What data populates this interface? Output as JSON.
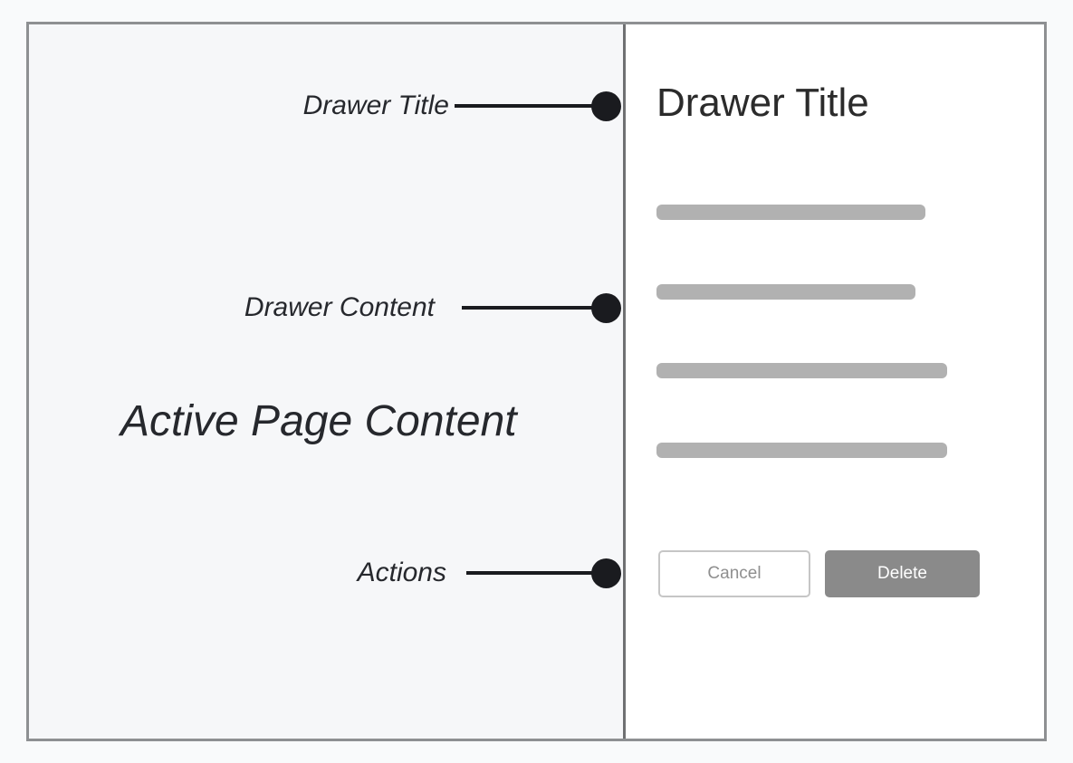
{
  "diagram": {
    "callouts": [
      {
        "id": "drawer-title",
        "label": "Drawer Title"
      },
      {
        "id": "drawer-content",
        "label": "Drawer Content"
      },
      {
        "id": "actions",
        "label": "Actions"
      }
    ],
    "page_content_label": "Active Page Content"
  },
  "drawer": {
    "title": "Drawer Title",
    "placeholder_bar_count": 4,
    "actions": {
      "cancel_label": "Cancel",
      "delete_label": "Delete"
    }
  },
  "colors": {
    "outer_bg": "#f9fafb",
    "left_panel_bg": "#f6f7f9",
    "drawer_bg": "#ffffff",
    "frame_border": "#8e9092",
    "divider": "#6f7072",
    "callout_ink": "#1a1b1f",
    "label_text": "#26282d",
    "drawer_title_text": "#2b2b2b",
    "placeholder_bar": "#b1b1b1",
    "cancel_button_border": "#c6c6c6",
    "cancel_button_text": "#8f8f8f",
    "delete_button_bg": "#8a8a8a",
    "delete_button_text": "#ffffff"
  }
}
